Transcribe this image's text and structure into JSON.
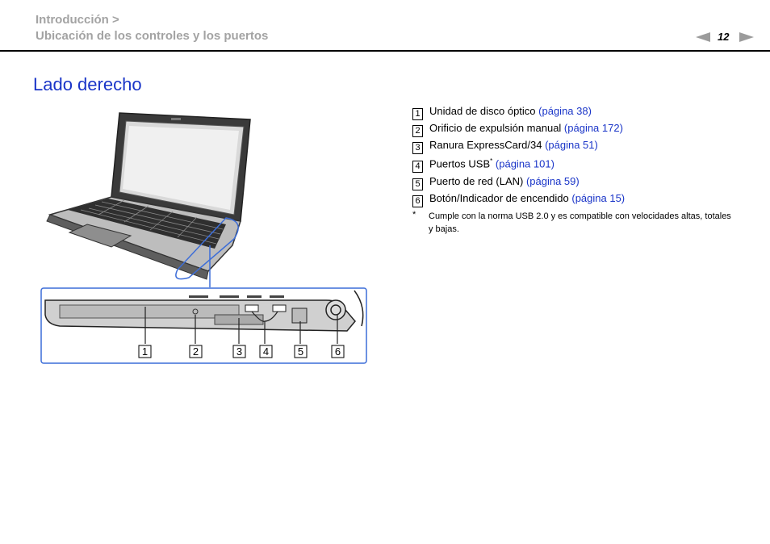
{
  "header": {
    "breadcrumb_parent": "Introducción >",
    "breadcrumb_current": "Ubicación de los controles y los puertos",
    "page_number": "12"
  },
  "title": "Lado derecho",
  "items": [
    {
      "num": "1",
      "text": "Unidad de disco óptico ",
      "link": "(página 38)"
    },
    {
      "num": "2",
      "text": "Orificio de expulsión manual ",
      "link": "(página 172)"
    },
    {
      "num": "3",
      "text": "Ranura ExpressCard/34 ",
      "link": "(página 51)"
    },
    {
      "num": "4",
      "text": "Puertos USB",
      "sup": "*",
      "link": "(página 101)"
    },
    {
      "num": "5",
      "text": "Puerto de red (LAN) ",
      "link": "(página 59)"
    },
    {
      "num": "6",
      "text": "Botón/Indicador de encendido ",
      "link": "(página 15)"
    }
  ],
  "footnote": {
    "mark": "*",
    "text": "Cumple con la norma USB 2.0 y es compatible con velocidades altas, totales y bajas."
  },
  "figure": {
    "callouts": [
      "1",
      "2",
      "3",
      "4",
      "5",
      "6"
    ]
  }
}
